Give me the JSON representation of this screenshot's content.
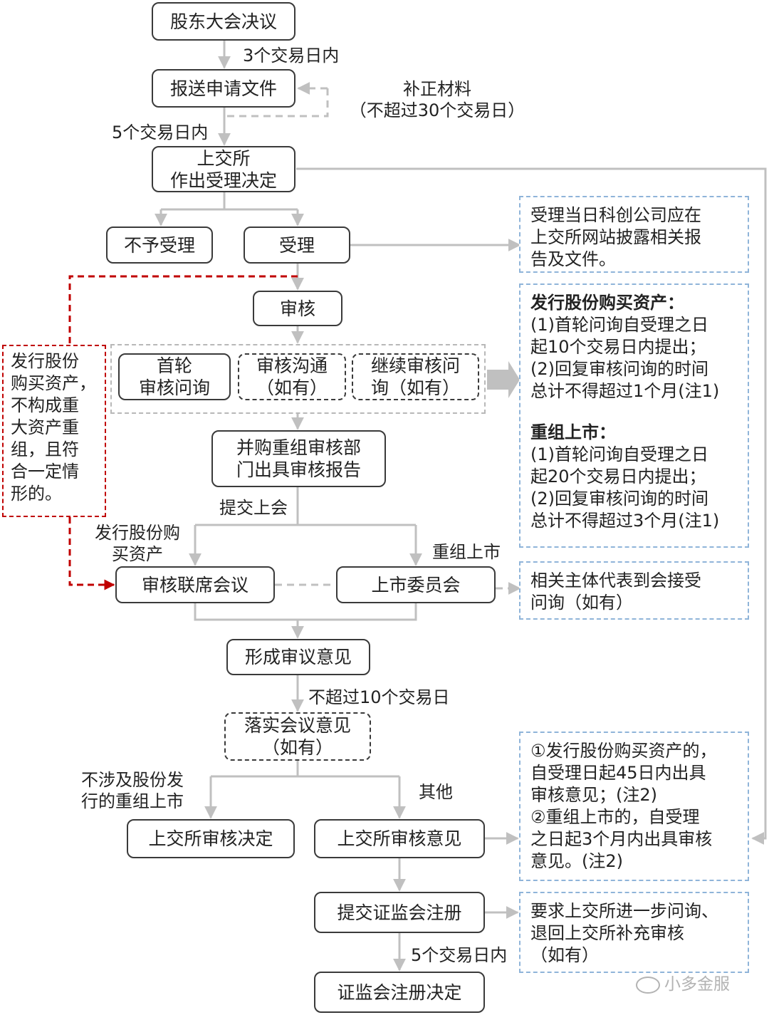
{
  "nodes": {
    "shareholders_resolution": "股东大会决议",
    "submit_docs": "报送申请文件",
    "sse_accept_decision": [
      "上交所",
      "作出受理决定"
    ],
    "not_accepted": "不予受理",
    "accepted": "受理",
    "review": "审核",
    "first_inquiry": [
      "首轮",
      "审核问询"
    ],
    "review_communication": [
      "审核沟通",
      "（如有）"
    ],
    "continued_inquiry": [
      "继续审核问",
      "询（如有）"
    ],
    "ma_report": [
      "并购重组审核部",
      "门出具审核报告"
    ],
    "joint_meeting": "审核联席会议",
    "listing_committee": "上市委员会",
    "form_opinion": "形成审议意见",
    "implement_opinion": [
      "落实会议意见",
      "（如有）"
    ],
    "sse_decision": "上交所审核决定",
    "sse_opinion": "上交所审核意见",
    "submit_csrc": "提交证监会注册",
    "csrc_decision": "证监会注册决定"
  },
  "labels": {
    "t3days": "3个交易日内",
    "supplement": [
      "补正材料",
      "（不超过30个交易日）"
    ],
    "t5days": "5个交易日内",
    "submit_meeting": "提交上会",
    "issue_shares_buy_assets": [
      "发行股份购",
      "买资产"
    ],
    "restructure_listing": "重组上市",
    "max10days": "不超过10个交易日",
    "no_share_restructure": [
      "不涉及股份发",
      "行的重组上市"
    ],
    "other": "其他",
    "t5days_b": "5个交易日内"
  },
  "notes": {
    "disclosure": [
      "受理当日科创公司应在",
      "上交所网站披露相关报",
      "告及文件。"
    ],
    "inquiry_rules": {
      "h1": "发行股份购买资产：",
      "l1": [
        "(1)首轮问询自受理之日",
        "起10个交易日内提出；",
        "(2)回复审核问询的时间",
        "总计不得超过1个月(注1)"
      ],
      "h2": "重组上市：",
      "l2": [
        "(1)首轮问询自受理之日",
        "起20个交易日内提出；",
        "(2)回复审核问询的时间",
        "总计不得超过3个月(注1)"
      ]
    },
    "attend_meeting": [
      "相关主体代表到会接受",
      "问询（如有）"
    ],
    "opinion_deadline": [
      "①发行股份购买资产的，",
      "自受理日起45日内出具",
      "审核意见；(注2)",
      "②重组上市的，自受理",
      "之日起3个月内出具审核",
      "意见。(注2)"
    ],
    "further_inquiry": [
      "要求上交所进一步问询、",
      "退回上交所补充审核",
      "（如有）"
    ]
  },
  "red_note": [
    "发行股份",
    "购买资产，",
    "不构成重",
    "大资产重",
    "组，且符",
    "合一定情",
    "形的。"
  ],
  "watermark": "小多金服",
  "colors": {
    "flow_line": "#c0c0c0",
    "node_border": "#3a3a3a",
    "note_border": "#8fb4d9",
    "red_path": "#c00000",
    "group_border": "#b8b8b8"
  }
}
